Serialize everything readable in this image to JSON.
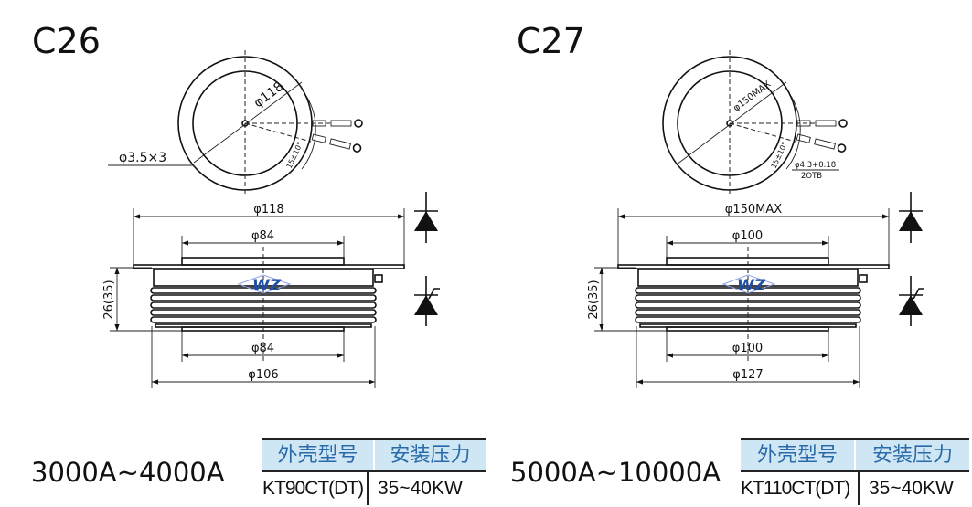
{
  "packages": [
    {
      "name": "C26",
      "top_view": {
        "diameter_label": "φ118",
        "hole_label": "φ3.5×3",
        "angle_label": "15±10°"
      },
      "side_view": {
        "plate_dia": "φ118",
        "pole_top_dia": "φ84",
        "pole_bottom_dia": "φ84",
        "body_dia": "φ106",
        "height_label": "26(35)"
      },
      "current_rating": "3000A~4000A",
      "table": {
        "headers": [
          "外壳型号",
          "安装压力"
        ],
        "row": [
          "KT90CT(DT)",
          "35~40KW"
        ]
      }
    },
    {
      "name": "C27",
      "top_view": {
        "diameter_label": "φ150MAX",
        "terminal_label": "φ4.3+0.18",
        "terminal_sub_label": "2OTB",
        "angle_label": "15±10°"
      },
      "side_view": {
        "plate_dia": "φ150MAX",
        "pole_top_dia": "φ100",
        "pole_bottom_dia": "φ100",
        "body_dia": "φ127",
        "height_label": "26(35)"
      },
      "current_rating": "5000A~10000A",
      "table": {
        "headers": [
          "外壳型号",
          "安装压力"
        ],
        "row": [
          "KT110CT(DT)",
          "35~40KW"
        ]
      }
    }
  ],
  "logo": "WZ",
  "colors": {
    "table_header_bg": "#cfe6f5",
    "table_header_text": "#2a6aa8",
    "logo": "#1f4fa0"
  }
}
